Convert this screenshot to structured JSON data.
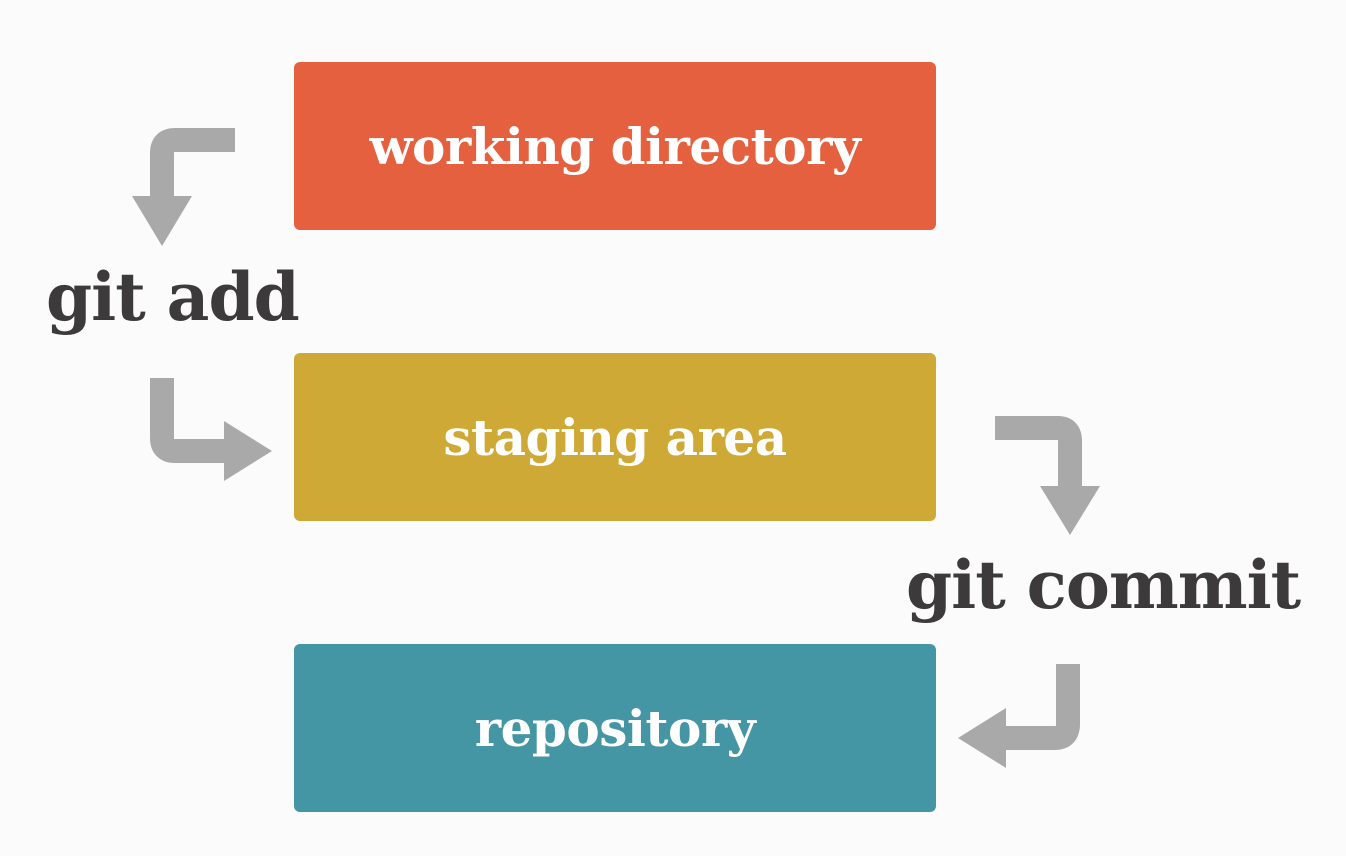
{
  "colors": {
    "background": "#fbfbfb",
    "working_directory": "#e5603e",
    "staging_area": "#cfa935",
    "repository": "#4596a4",
    "arrow": "#a9a9a9",
    "command_text": "#3d3a3b",
    "box_text": "#ffffff"
  },
  "stages": {
    "working_directory": "working directory",
    "staging_area": "staging area",
    "repository": "repository"
  },
  "commands": {
    "add": "git add",
    "commit": "git commit"
  }
}
